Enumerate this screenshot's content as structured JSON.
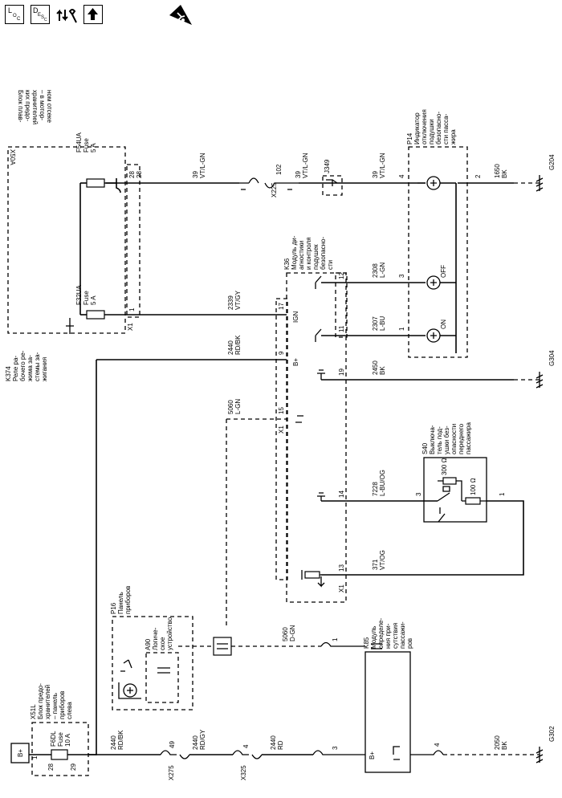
{
  "header": {
    "loc_icon": {
      "big": "L",
      "small": "O",
      "corner": "C"
    },
    "desc_icon": {
      "big": "D",
      "small": "E",
      "corner": "S",
      "tail": "C"
    }
  },
  "components": {
    "x50a": {
      "code": "X50A",
      "desc": [
        "Блок плав-",
        "ких предо-",
        "хранителей",
        "– в мотор-",
        "ном отсеке"
      ]
    },
    "k374": {
      "code": "K374",
      "desc": [
        "Реле ра-",
        "бочего ре-",
        "жима за-",
        "стемы за-",
        "жигания"
      ]
    },
    "f54ua": {
      "code": "F54UA",
      "type": "Fuse",
      "rating": "5 A"
    },
    "f32ua": {
      "code": "F32UA",
      "type": "Fuse",
      "rating": "5 A"
    },
    "x1_top": "X1",
    "x1_pin28": "28",
    "x1_pin1": "1",
    "k36": {
      "code": "K36",
      "desc": [
        "Модуль ди-",
        "агностики",
        "и контроля",
        "подушек",
        "безопасно-",
        "сти"
      ]
    },
    "p14": {
      "code": "P14",
      "desc": [
        "Индикатор",
        "отключения",
        "подушки",
        "безопасно-",
        "сти пасса-",
        "жира"
      ]
    },
    "s40": {
      "code": "S40",
      "desc": [
        "Выключа-",
        "тель под-",
        "ушки без-",
        "опасности",
        "переднего",
        "пассажира"
      ]
    },
    "p16": {
      "code": "P16",
      "desc": [
        "Панель",
        "приборов"
      ]
    },
    "a90": {
      "code": "A90",
      "desc": [
        "Логиче-",
        "ское",
        "устройство"
      ]
    },
    "k85": {
      "code": "K85",
      "desc": [
        "Модуль",
        "определе-",
        "ния при-",
        "сутствия",
        "пассажи-",
        "ров"
      ]
    },
    "x51l": {
      "code": "X51L",
      "desc": [
        "Блок предо-",
        "хранителей",
        "– панель",
        "приборов",
        "слева"
      ]
    },
    "f6dl": {
      "code": "F6DL",
      "type": "Fuse",
      "rating": "10 A"
    }
  },
  "wires": {
    "w39a": {
      "num": "39",
      "color": "VT/L-GN"
    },
    "w39b": {
      "num": "39",
      "color": "VT/L-GN"
    },
    "w39c": {
      "num": "39",
      "color": "VT/L-GN"
    },
    "w1650": {
      "num": "1650",
      "color": "BK"
    },
    "w2339": {
      "num": "2339",
      "color": "VT/GY"
    },
    "w2440a": {
      "num": "2440",
      "color": "RD/BK"
    },
    "w2308": {
      "num": "2308",
      "color": "L-GN"
    },
    "w2307": {
      "num": "2307",
      "color": "L-BU"
    },
    "w5060a": {
      "num": "5060",
      "color": "L-GN"
    },
    "w2450": {
      "num": "2450",
      "color": "BK"
    },
    "w7228": {
      "num": "7228",
      "color": "L-BU/OG"
    },
    "w371": {
      "num": "371",
      "color": "VT/OG"
    },
    "w5060b": {
      "num": "5060",
      "color": "D-GN"
    },
    "w2440b": {
      "num": "2440",
      "color": "RD/BK"
    },
    "w2440c": {
      "num": "2440",
      "color": "RD/GY"
    },
    "w2440d": {
      "num": "2440",
      "color": "RD"
    },
    "w2050": {
      "num": "2050",
      "color": "BK"
    }
  },
  "connectors": {
    "x225": "X225",
    "x225_pin": "102",
    "j349": "J349",
    "x275": "X275",
    "x275_pin": "49",
    "x325": "X325",
    "x325_pin": "4"
  },
  "pins": {
    "k36_28": "28",
    "k36_17": "17",
    "k36_9": "9",
    "k36_15": "15",
    "k36_12": "12",
    "k36_11": "11",
    "k36_19": "19",
    "k36_14": "14",
    "k36_13": "13",
    "k36_x1_a": "X1",
    "k36_x1_b": "X1",
    "p14_4": "4",
    "p14_2": "2",
    "p14_3": "3",
    "p14_1": "1",
    "s40_3": "3",
    "s40_1": "1",
    "k85_1": "1",
    "k85_3": "3",
    "k85_4": "4",
    "x51l_1": "1",
    "x51l_28": "28",
    "x51l_29": "29"
  },
  "labels": {
    "ign": "IGN",
    "bplus_k36": "B+",
    "off": "OFF",
    "on": "ON",
    "r300": "300 Ω",
    "r100": "100 Ω",
    "bplus_k85": "B+",
    "bplus_box": "B+"
  },
  "grounds": {
    "g204": "G204",
    "g304": "G304",
    "g302": "G302"
  }
}
